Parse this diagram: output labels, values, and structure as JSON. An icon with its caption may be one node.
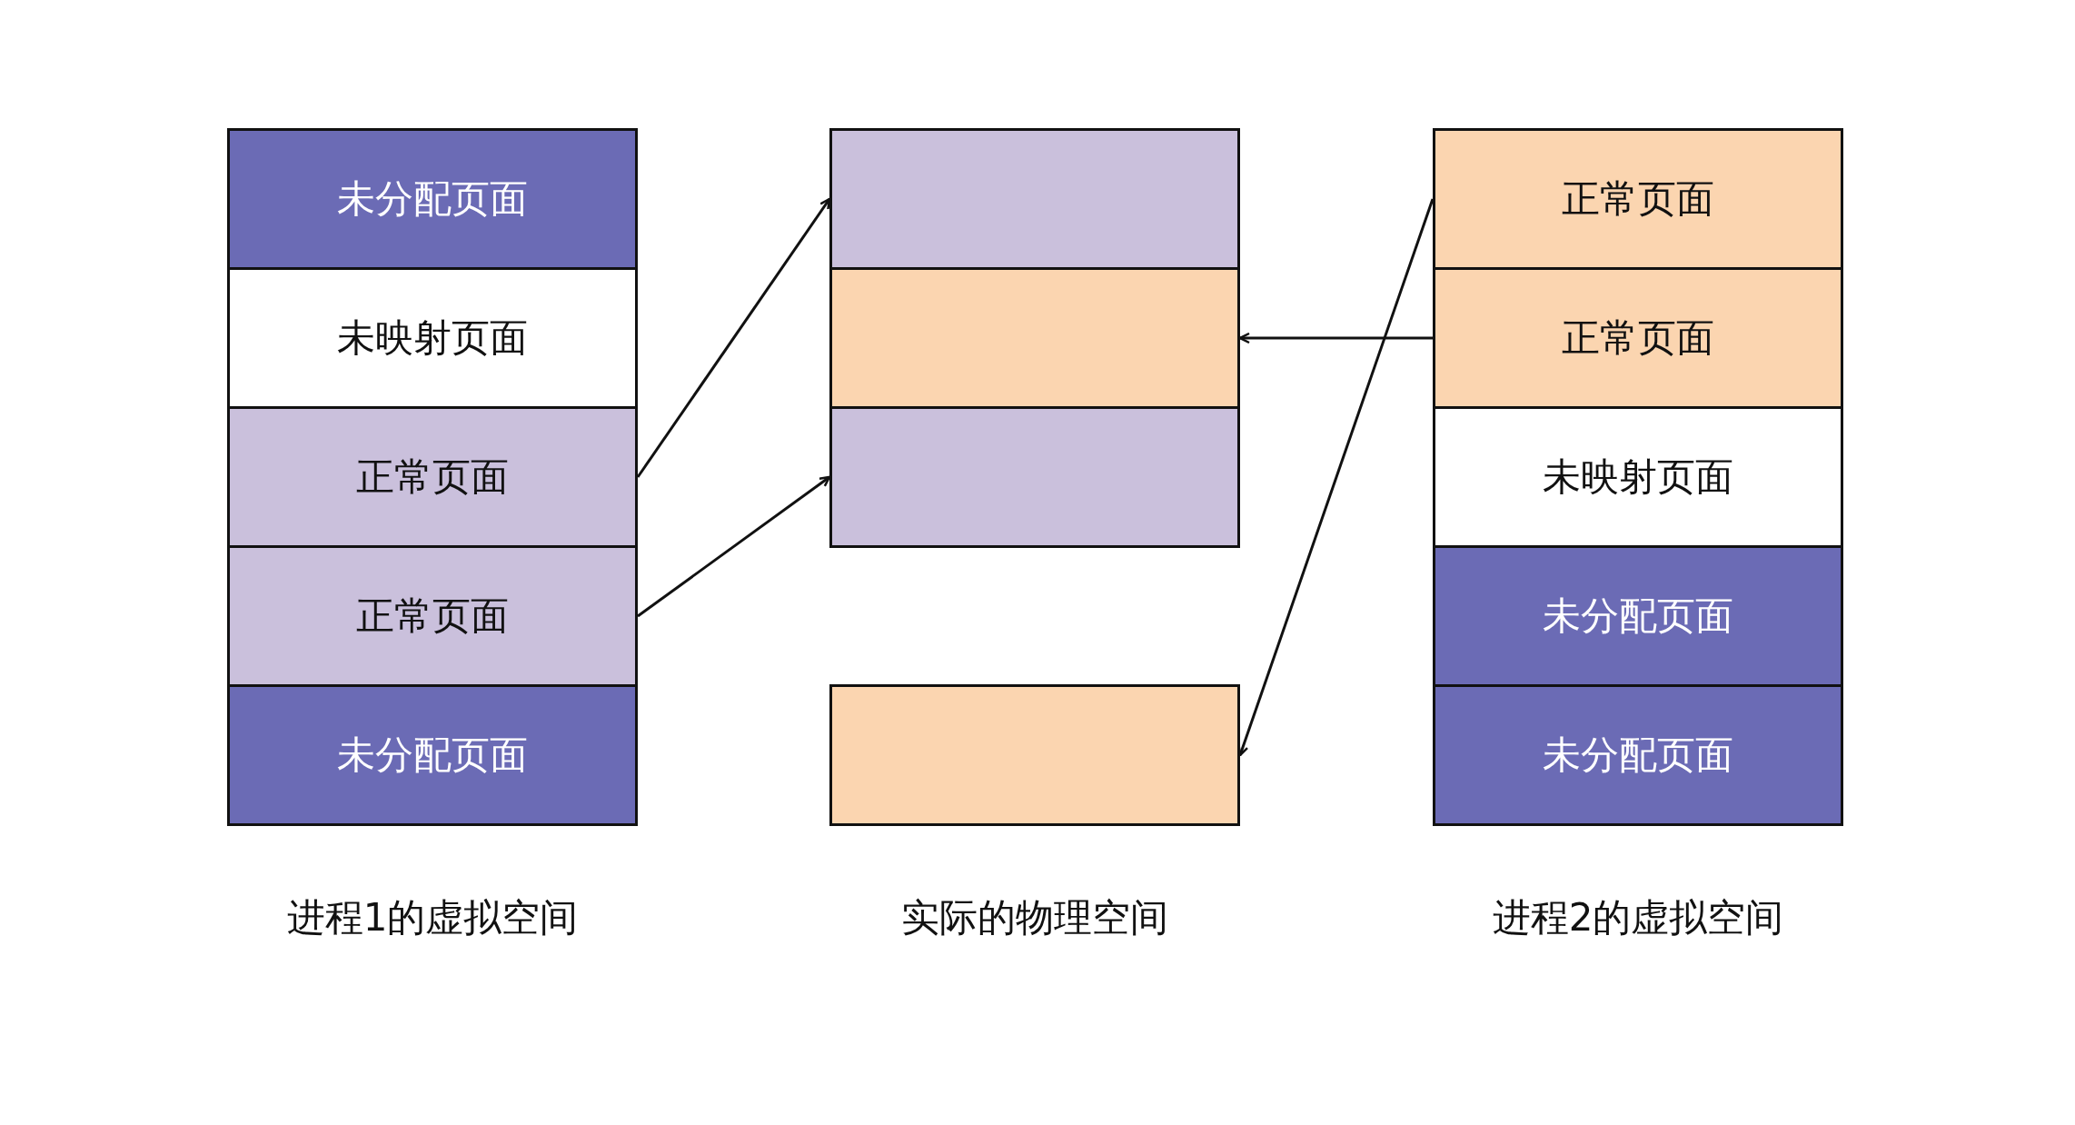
{
  "diagram": {
    "nodes": [
      {
        "text": [
          "未分配页面"
        ]
      },
      {
        "text": [
          "未映射页面"
        ]
      },
      {
        "text": [
          "正常页面"
        ]
      },
      {
        "text": [
          "正常页面"
        ]
      },
      {
        "text": [
          "未分配页面"
        ]
      },
      {
        "text": [],
        "shape": "box"
      },
      {
        "text": [],
        "shape": "box"
      },
      {
        "text": [],
        "shape": "box"
      },
      {
        "text": [],
        "shape": "box"
      },
      {
        "text": [
          "正常页面"
        ]
      },
      {
        "text": [
          "正常页面"
        ]
      },
      {
        "text": [
          "未映射页面"
        ]
      },
      {
        "text": [
          "未分配页面"
        ]
      },
      {
        "text": [
          "未分配页面"
        ]
      }
    ],
    "edges": [
      {
        "from": 2,
        "to": 5,
        "arrow": "to"
      },
      {
        "from": 3,
        "to": 7,
        "arrow": "to"
      },
      {
        "from": 10,
        "to": 6,
        "arrow": "to"
      },
      {
        "from": 9,
        "to": 8,
        "arrow": "to"
      }
    ],
    "labels": [
      "进程1的虚拟空间",
      "实际的物理空间",
      "进程2的虚拟空间"
    ]
  }
}
